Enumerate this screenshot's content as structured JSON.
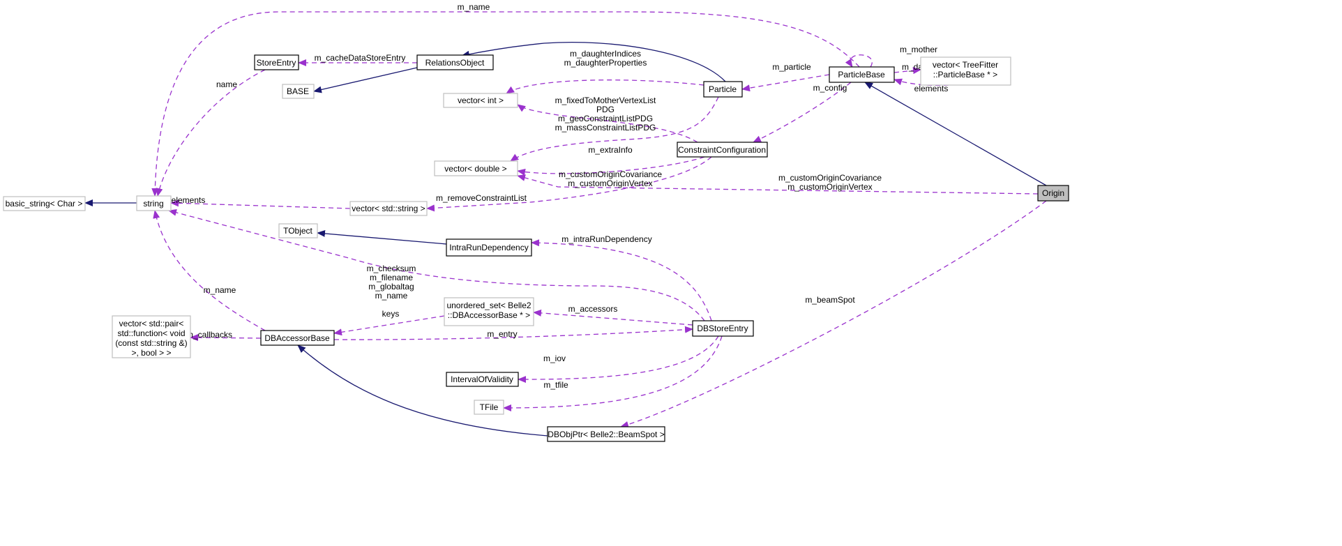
{
  "nodes": {
    "basic_string": "basic_string< Char >",
    "string": "string",
    "store_entry": "StoreEntry",
    "base": "BASE",
    "relations_object": "RelationsObject",
    "vector_int": "vector< int >",
    "vector_double": "vector< double >",
    "vector_string": "vector< std::string >",
    "tobject": "TObject",
    "intra_run_dependency": "IntraRunDependency",
    "particle": "Particle",
    "constraint_configuration": "ConstraintConfiguration",
    "particle_base": "ParticleBase",
    "vector_treefitter": [
      "vector< TreeFitter",
      "::ParticleBase * >"
    ],
    "origin": "Origin",
    "unordered_set": [
      "unordered_set< Belle2",
      "::DBAccessorBase * >"
    ],
    "vector_pair": [
      "vector< std::pair<",
      "std::function< void",
      "(const std::string &)",
      ">, bool > >"
    ],
    "db_accessor_base": "DBAccessorBase",
    "db_store_entry": "DBStoreEntry",
    "interval_of_validity": "IntervalOfValidity",
    "tfile": "TFile",
    "db_obj_ptr": "DBObjPtr< Belle2::BeamSpot >"
  },
  "edge_labels": {
    "particlebase_string": "m_name",
    "storeentry_string": "name",
    "relations_storeentry": "m_cacheDataStoreEntry",
    "particle_vecint": [
      "m_daughterIndices",
      "m_daughterProperties"
    ],
    "config_vecint": [
      "m_fixedToMotherVertexList",
      "PDG",
      "m_geoConstraintListPDG",
      "m_massConstraintListPDG"
    ],
    "particle_vecdouble": "m_extraInfo",
    "config_vecdouble": [
      "m_customOriginCovariance",
      "m_customOriginVertex"
    ],
    "config_vecstring": "m_removeConstraintList",
    "vecstring_string": "elements",
    "particlebase_particle": "m_particle",
    "particlebase_mother": "m_mother",
    "particlebase_daughters": "m_daughters",
    "treefitter_elements": "elements",
    "particlebase_config": "m_config",
    "origin_vecdouble": [
      "m_customOriginCovariance",
      "m_customOriginVertex"
    ],
    "dbstore_intrarun": "m_intraRunDependency",
    "dbstore_string": [
      "m_checksum",
      "m_filename",
      "m_globaltag",
      "m_name"
    ],
    "dbaccessor_string": "m_name",
    "unordered_keys": "keys",
    "dbstore_accessors": "m_accessors",
    "dbaccessor_callbacks": "m_callbacks",
    "dbaccessor_entry": "m_entry",
    "origin_beamspot": "m_beamSpot",
    "dbstore_iov": "m_iov",
    "dbstore_tfile": "m_tfile"
  },
  "colors": {
    "inheritance": "#191970",
    "usage": "#9a32cd",
    "current_node": "#bfbfbf"
  }
}
